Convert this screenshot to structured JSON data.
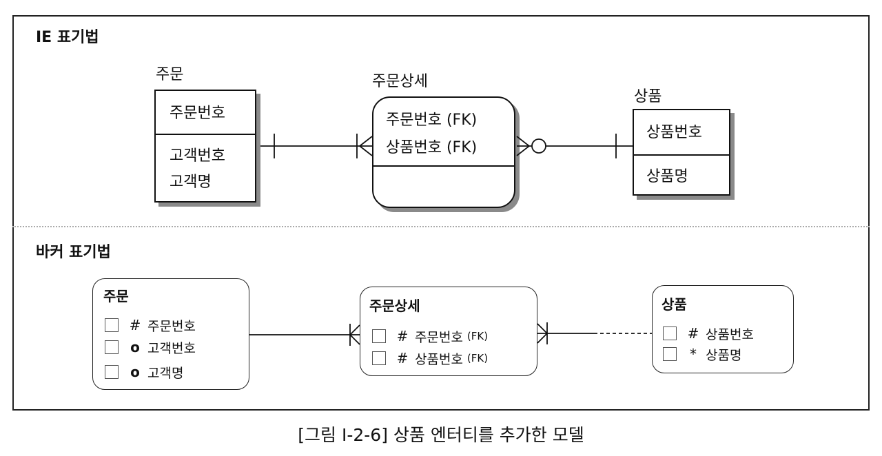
{
  "ie": {
    "title": "IE 표기법",
    "order": {
      "name": "주문",
      "pk": [
        "주문번호"
      ],
      "attrs": [
        "고객번호",
        "고객명"
      ]
    },
    "detail": {
      "name": "주문상세",
      "pk": [
        "주문번호 (FK)",
        "상품번호 (FK)"
      ]
    },
    "product": {
      "name": "상품",
      "pk": [
        "상품번호"
      ],
      "attrs": [
        "상품명"
      ]
    }
  },
  "barker": {
    "title": "바커 표기법",
    "order": {
      "name": "주문",
      "rows": [
        {
          "symbol": "#",
          "label": "주문번호",
          "fk": ""
        },
        {
          "symbol": "o",
          "label": "고객번호",
          "fk": ""
        },
        {
          "symbol": "o",
          "label": "고객명",
          "fk": ""
        }
      ]
    },
    "detail": {
      "name": "주문상세",
      "rows": [
        {
          "symbol": "#",
          "label": "주문번호",
          "fk": "(FK)"
        },
        {
          "symbol": "#",
          "label": "상품번호",
          "fk": "(FK)"
        }
      ]
    },
    "product": {
      "name": "상품",
      "rows": [
        {
          "symbol": "#",
          "label": "상품번호",
          "fk": ""
        },
        {
          "symbol": "*",
          "label": "상품명",
          "fk": ""
        }
      ]
    }
  },
  "caption": "[그림 Ⅰ-2-6] 상품 엔터티를 추가한 모델"
}
